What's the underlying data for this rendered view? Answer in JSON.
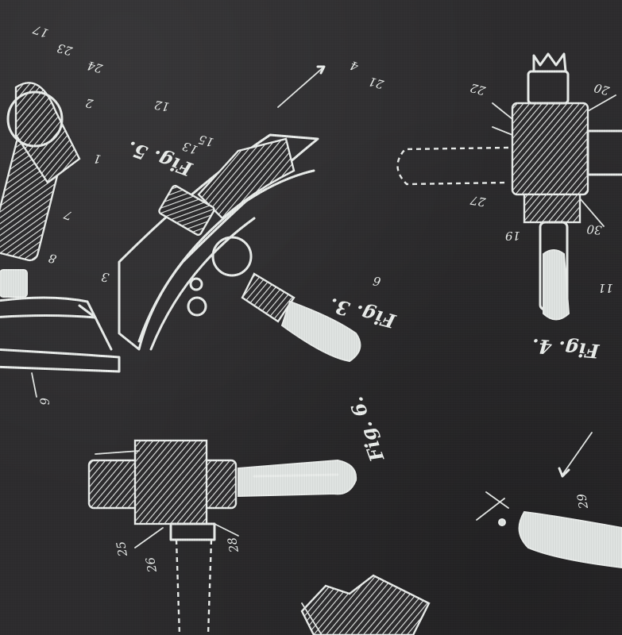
{
  "fabric": {
    "background_color": "#2d2c2e",
    "ink_color": "#e9ecea"
  },
  "figure_labels": [
    "Fig. 5.",
    "Fig. 3.",
    "Fig. 4.",
    "Fig. 6."
  ],
  "part_numbers": [
    "17",
    "23",
    "24",
    "12",
    "2",
    "7",
    "1",
    "15",
    "4",
    "3",
    "6",
    "8",
    "13",
    "22",
    "21",
    "27",
    "20",
    "19",
    "30",
    "11",
    "9",
    "25",
    "26",
    "28",
    "29"
  ]
}
